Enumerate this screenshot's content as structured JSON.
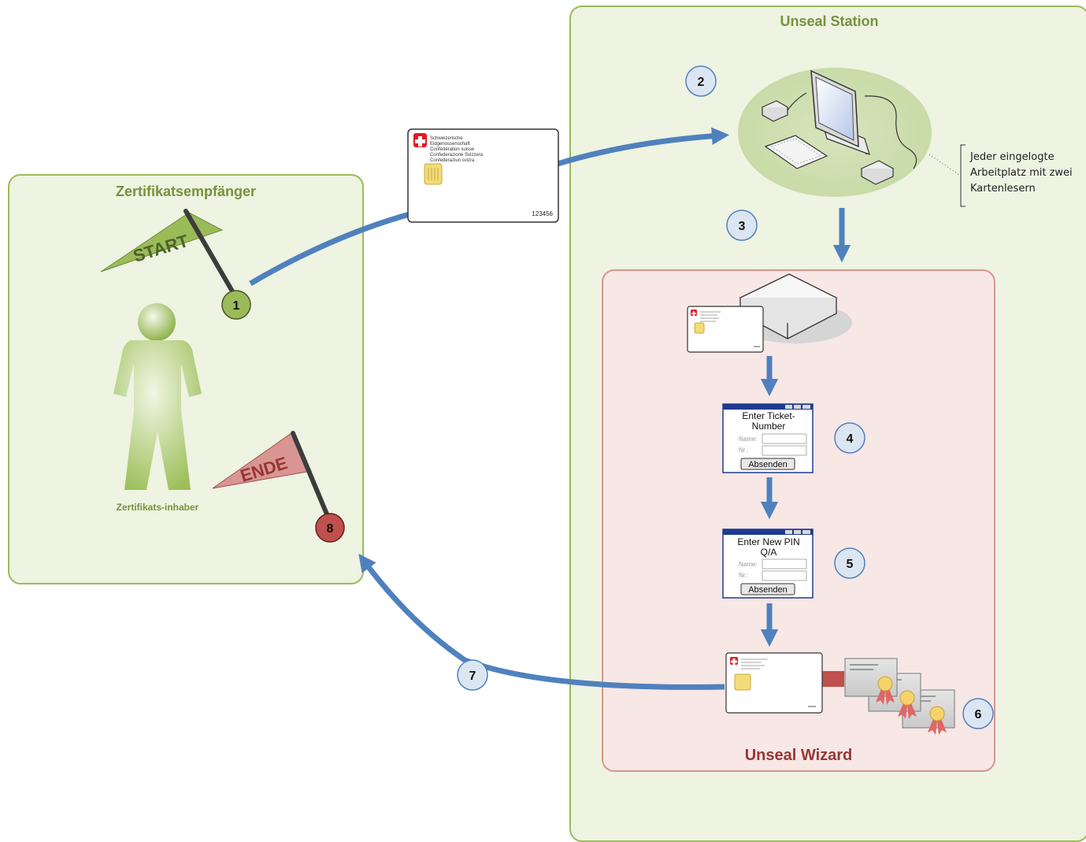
{
  "panels": {
    "recipient": {
      "title": "Zertifikatsempfänger",
      "person_label": "Zertifikats-inhaber"
    },
    "station": {
      "title": "Unseal Station",
      "annotation": [
        "Jeder eingelogte",
        "Arbeitplatz mit zwei",
        "Kartenlesern"
      ]
    },
    "wizard": {
      "title": "Unseal Wizard"
    }
  },
  "flags": {
    "start": "START",
    "end": "ENDE"
  },
  "steps": [
    "1",
    "2",
    "3",
    "4",
    "5",
    "6",
    "7",
    "8"
  ],
  "smartcard": {
    "issuer_lines": [
      "Schweizerische",
      "Eidgenossenschaft",
      "Confédération suisse",
      "Confederazione Svizzera",
      "Confederaziun svizra"
    ],
    "number": "123456"
  },
  "dialogs": {
    "ticket": {
      "title_lines": [
        "Enter Ticket-",
        "Number"
      ],
      "field1_label": "Name:",
      "field2_label": "Nr.:",
      "button": "Absenden"
    },
    "pin": {
      "title_lines": [
        "Enter New PIN",
        "Q/A"
      ],
      "field1_label": "Name:",
      "field2_label": "Nr.:",
      "button": "Absenden"
    }
  },
  "colors": {
    "panel_green_fill": "#eef3e2",
    "panel_green_border": "#9bbb59",
    "panel_red_fill": "#f7e7e5",
    "panel_red_border": "#d9958d",
    "arrow_blue": "#4f81bd",
    "step_fill": "#dce6f2",
    "title_green": "#76923c",
    "title_red": "#953735",
    "start_flag": "#9bbb59",
    "end_flag": "#c0504d",
    "dialog_titlebar": "#1f3a93"
  }
}
